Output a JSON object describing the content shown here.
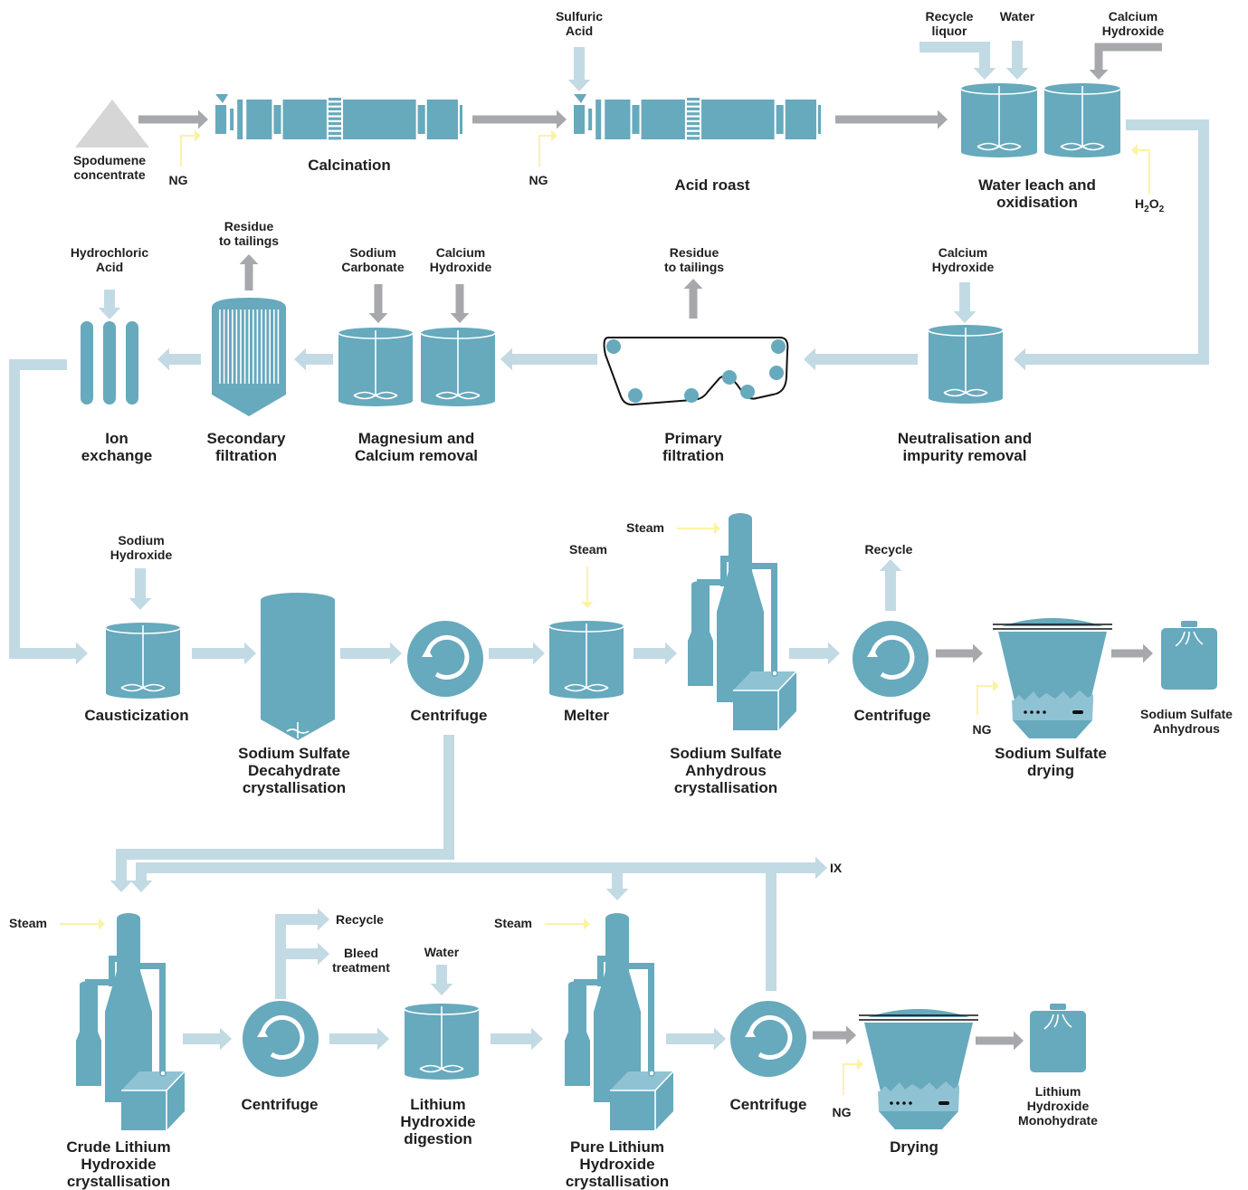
{
  "colors": {
    "equipment": "#67a9bd",
    "flow_blue": "#c2dae4",
    "flow_grey": "#a7a8ab",
    "energy_yellow": "#fbf3a4",
    "text": "#1f1f1f"
  },
  "inputs": {
    "spodumene": [
      "Spodumene",
      "concentrate"
    ],
    "ng": "NG",
    "sulfuric_acid": [
      "Sulfuric",
      "Acid"
    ],
    "recycle_liquor": [
      "Recycle",
      "liquor"
    ],
    "water": "Water",
    "calcium_hydroxide": [
      "Calcium",
      "Hydroxide"
    ],
    "h2o2": {
      "h": "H",
      "sub1": "2",
      "o": "O",
      "sub2": "2"
    },
    "hydrochloric_acid": [
      "Hydrochloric",
      "Acid"
    ],
    "residue_tailings": [
      "Residue",
      "to tailings"
    ],
    "sodium_carbonate": [
      "Sodium",
      "Carbonate"
    ],
    "sodium_hydroxide": [
      "Sodium",
      "Hydroxide"
    ],
    "steam": "Steam",
    "recycle": "Recycle",
    "bleed_treatment": [
      "Bleed",
      "treatment"
    ],
    "ix": "IX"
  },
  "stages": {
    "calcination": [
      "Calcination"
    ],
    "acid_roast": [
      "Acid roast"
    ],
    "water_leach": [
      "Water leach and",
      "oxidisation"
    ],
    "neutralisation": [
      "Neutralisation and",
      "impurity removal"
    ],
    "primary_filtration": [
      "Primary",
      "filtration"
    ],
    "mg_ca_removal": [
      "Magnesium and",
      "Calcium removal"
    ],
    "secondary_filtration": [
      "Secondary",
      "filtration"
    ],
    "ion_exchange": [
      "Ion",
      "exchange"
    ],
    "causticization": [
      "Causticization"
    ],
    "ss_decahydrate": [
      "Sodium Sulfate",
      "Decahydrate",
      "crystallisation"
    ],
    "centrifuge": [
      "Centrifuge"
    ],
    "melter": [
      "Melter"
    ],
    "ss_anhydrous_cryst": [
      "Sodium Sulfate",
      "Anhydrous",
      "crystallisation"
    ],
    "ss_drying": [
      "Sodium Sulfate",
      "drying"
    ],
    "crude_lioh": [
      "Crude Lithium",
      "Hydroxide",
      "crystallisation"
    ],
    "lioh_digestion": [
      "Lithium",
      "Hydroxide",
      "digestion"
    ],
    "pure_lioh": [
      "Pure Lithium",
      "Hydroxide",
      "crystallisation"
    ],
    "drying": [
      "Drying"
    ]
  },
  "products": {
    "ss_anhydrous": [
      "Sodium Sulfate",
      "Anhydrous"
    ],
    "lioh_monohydrate": [
      "Lithium",
      "Hydroxide",
      "Monohydrate"
    ]
  }
}
